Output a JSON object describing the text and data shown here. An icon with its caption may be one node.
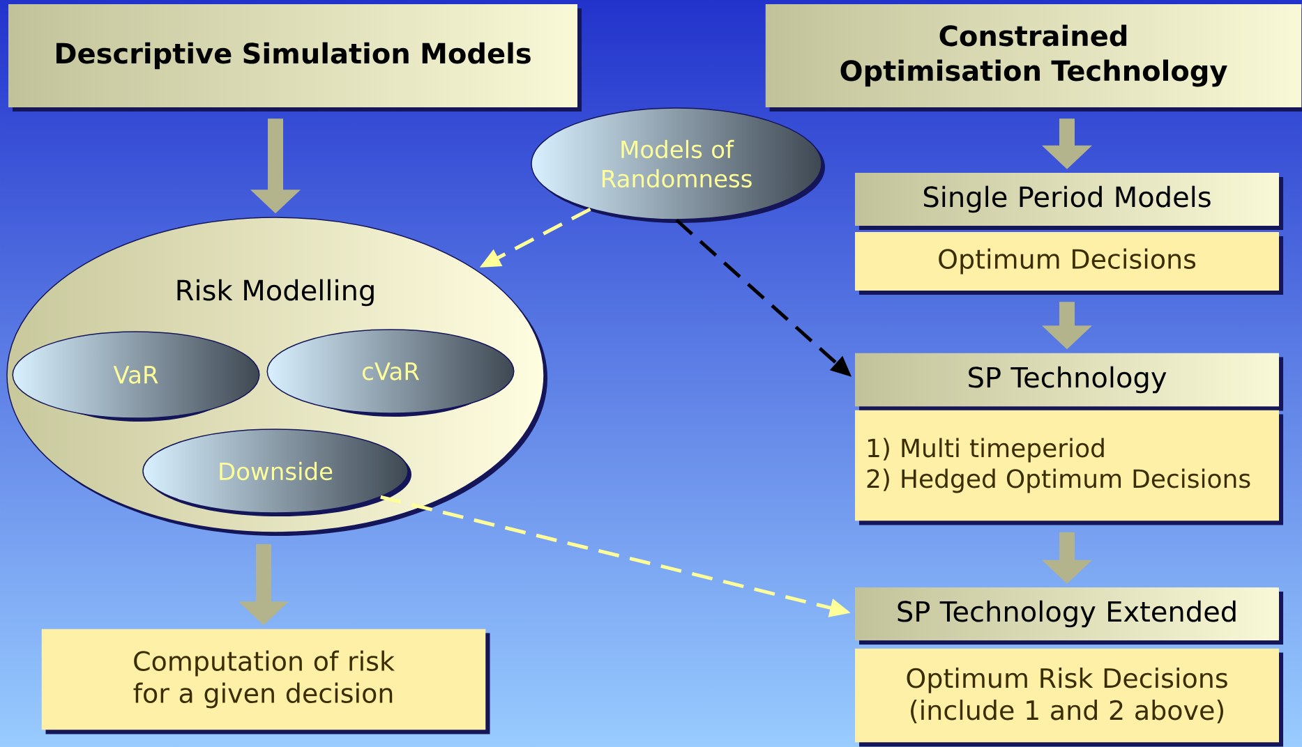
{
  "diagram": {
    "nodes": [
      {
        "text": [
          "Descriptive Simulation Models"
        ]
      },
      {
        "text": [
          "Constrained Optimisation Technology"
        ]
      },
      {
        "text": [
          "Models of Randomness"
        ]
      },
      {
        "text": [
          "Risk Modelling"
        ]
      },
      {
        "text": [
          "VaR"
        ],
        "in": 3
      },
      {
        "text": [
          "cVaR"
        ],
        "in": 3
      },
      {
        "text": [
          "Downside"
        ],
        "in": 3
      },
      {
        "text": [
          "Computation of risk for a given decision"
        ]
      },
      {
        "text": [
          "Single Period Models"
        ]
      },
      {
        "text": [
          "Optimum Decisions"
        ]
      },
      {
        "text": [
          "SP Technology"
        ]
      },
      {
        "text": [
          "1) Multi timeperiod",
          "2) Hedged Optimum Decisions"
        ]
      },
      {
        "text": [
          "SP Technology Extended"
        ]
      },
      {
        "text": [
          "Optimum Risk Decisions (include 1 and 2 above)"
        ]
      }
    ],
    "edges": [
      {
        "from": 0,
        "to": 3,
        "arrow": "to"
      },
      {
        "from": 3,
        "to": 7,
        "arrow": "to"
      },
      {
        "from": 1,
        "to": 8,
        "arrow": "to"
      },
      {
        "from": 9,
        "to": 10,
        "arrow": "to"
      },
      {
        "from": 11,
        "to": 12,
        "arrow": "to"
      },
      {
        "from": 2,
        "to": 3,
        "arrow": "to",
        "style": "dashed",
        "color": "#ffff99"
      },
      {
        "from": 2,
        "to": 10,
        "arrow": "to",
        "style": "dashed",
        "color": "#000000"
      },
      {
        "from": 6,
        "to": 12,
        "arrow": "to",
        "style": "dashed",
        "color": "#ffff99"
      }
    ]
  }
}
